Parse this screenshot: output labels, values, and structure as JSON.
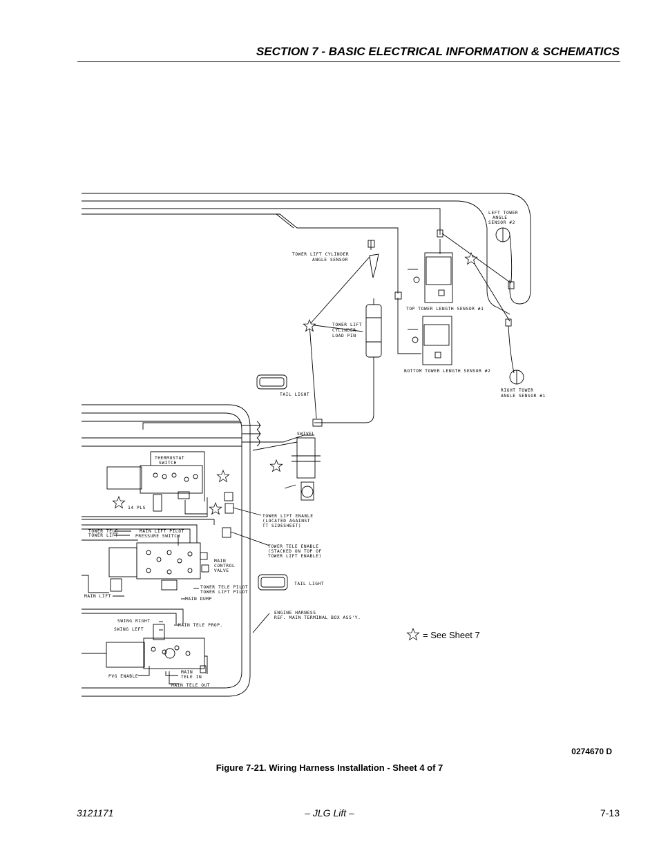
{
  "header": {
    "section_title": "SECTION 7 - BASIC ELECTRICAL INFORMATION & SCHEMATICS"
  },
  "labels": {
    "left_tower_angle_sensor": [
      "LEFT TOWER",
      "ANGLE",
      "SENSOR #2"
    ],
    "tower_lift_cyl_angle_sensor": [
      "TOWER LIFT CYLINDER",
      "ANGLE SENSOR"
    ],
    "top_tower_length_sensor": "TOP TOWER LENGTH SENSOR #1",
    "tower_lift_cyl_load_pin": [
      "TOWER LIFT",
      "CYLINDER",
      "LOAD PIN"
    ],
    "bottom_tower_length_sensor": "BOTTOM TOWER LENGTH SENSOR #2",
    "right_tower_angle_sensor": [
      "RIGHT TOWER",
      "ANGLE SENSOR #1"
    ],
    "tail_light_upper": "TAIL LIGHT",
    "swivel": "SWIVEL",
    "thermostat_switch": [
      "THERMOSTAT",
      "SWITCH"
    ],
    "fourteen_pls": "14 PLS",
    "tower_lift_enable": [
      "TOWER LIFT ENABLE",
      "(LOCATED AGAINST",
      "TT SIDESHEET)"
    ],
    "tower_tele_enable": [
      "TOWER TELE ENABLE",
      "(STACKED ON TOP OF",
      "TOWER LIFT ENABLE)"
    ],
    "tower_tele": "TOWER TELE",
    "tower_lift": "TOWER LIFT",
    "main_lift_pilot": "MAIN LIFT PILOT",
    "pressure_switch": "PRESSURE SWITCH",
    "main_control_valve": [
      "MAIN",
      "CONTROL",
      "VALVE"
    ],
    "tail_light_lower": "TAIL LIGHT",
    "main_lift": "MAIN LIFT",
    "tower_tele_pilot": "TOWER TELE PILOT",
    "tower_lift_pilot": "TOWER LIFT PILOT",
    "main_dump": "MAIN DUMP",
    "engine_harness": [
      "ENGINE HARNESS",
      "REF. MAIN TERMINAL BOX ASS'Y."
    ],
    "swing_right": "SWING RIGHT",
    "swing_left": "SWING LEFT",
    "main_tele_prop": "MAIN TELE PROP.",
    "pvg_enable": "PVG ENABLE",
    "main_tele_in": [
      "MAIN",
      "TELE IN"
    ],
    "main_tele_out": "MAIN TELE OUT"
  },
  "legend": {
    "text": "= See Sheet 7"
  },
  "drawing_number": "0274670 D",
  "caption": "Figure 7-21.  Wiring Harness Installation - Sheet 4 of 7",
  "footer": {
    "doc_number": "3121171",
    "publisher": "– JLG Lift –",
    "page": "7-13"
  }
}
